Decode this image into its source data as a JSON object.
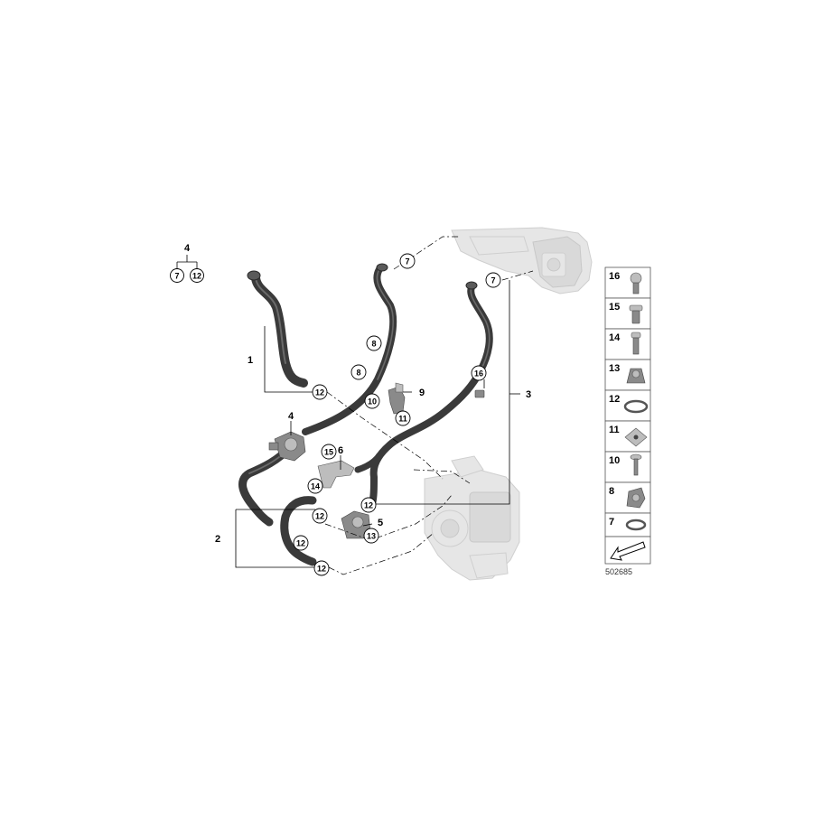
{
  "group_legend": {
    "parent": "4",
    "children": [
      "7",
      "12"
    ]
  },
  "labels": {
    "l1": "1",
    "l2": "2",
    "l3": "3",
    "l4": "4",
    "l5": "5",
    "l6": "6",
    "l9": "9"
  },
  "callouts": {
    "c7a": "7",
    "c7b": "7",
    "c8a": "8",
    "c8b": "8",
    "c10": "10",
    "c11": "11",
    "c12a": "12",
    "c12b": "12",
    "c12c": "12",
    "c12d": "12",
    "c12e": "12",
    "c13": "13",
    "c14": "14",
    "c15": "15",
    "c16": "16"
  },
  "parts_panel": [
    "16",
    "15",
    "14",
    "13",
    "12",
    "11",
    "10",
    "8",
    "7"
  ],
  "reference_number": "502685"
}
